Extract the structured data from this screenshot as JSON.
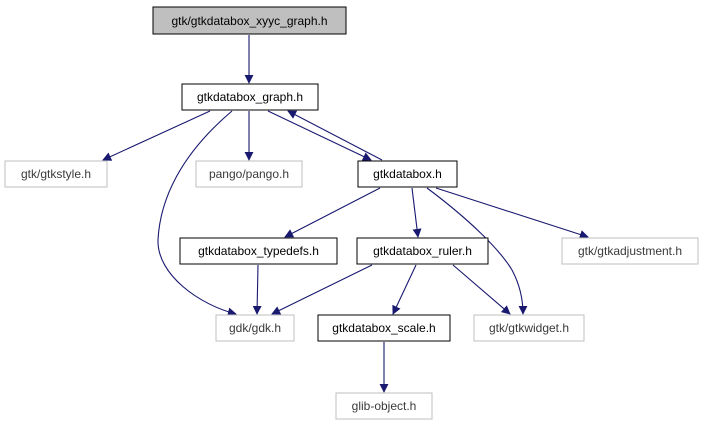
{
  "colors": {
    "edge": "#191970",
    "node_border_dark": "#000000",
    "node_border_light": "#bfbfbf",
    "root_fill": "#bfbfbf",
    "node_fill": "#ffffff"
  },
  "nodes": {
    "root": {
      "label": "gtk/gtkdatabox_xyyc_graph.h"
    },
    "graph_h": {
      "label": "gtkdatabox_graph.h"
    },
    "gtkstyle": {
      "label": "gtk/gtkstyle.h"
    },
    "pango": {
      "label": "pango/pango.h"
    },
    "databox_h": {
      "label": "gtkdatabox.h"
    },
    "typedefs": {
      "label": "gtkdatabox_typedefs.h"
    },
    "ruler": {
      "label": "gtkdatabox_ruler.h"
    },
    "adjustment": {
      "label": "gtk/gtkadjustment.h"
    },
    "gdk": {
      "label": "gdk/gdk.h"
    },
    "scale": {
      "label": "gtkdatabox_scale.h"
    },
    "widget": {
      "label": "gtk/gtkwidget.h"
    },
    "glib": {
      "label": "glib-object.h"
    }
  },
  "edges": [
    [
      "root",
      "graph_h"
    ],
    [
      "graph_h",
      "gtkstyle"
    ],
    [
      "graph_h",
      "pango"
    ],
    [
      "graph_h",
      "databox_h"
    ],
    [
      "databox_h",
      "graph_h"
    ],
    [
      "graph_h",
      "gdk"
    ],
    [
      "databox_h",
      "typedefs"
    ],
    [
      "databox_h",
      "ruler"
    ],
    [
      "databox_h",
      "adjustment"
    ],
    [
      "databox_h",
      "widget"
    ],
    [
      "typedefs",
      "gdk"
    ],
    [
      "ruler",
      "gdk"
    ],
    [
      "ruler",
      "scale"
    ],
    [
      "ruler",
      "widget"
    ],
    [
      "scale",
      "glib"
    ]
  ]
}
